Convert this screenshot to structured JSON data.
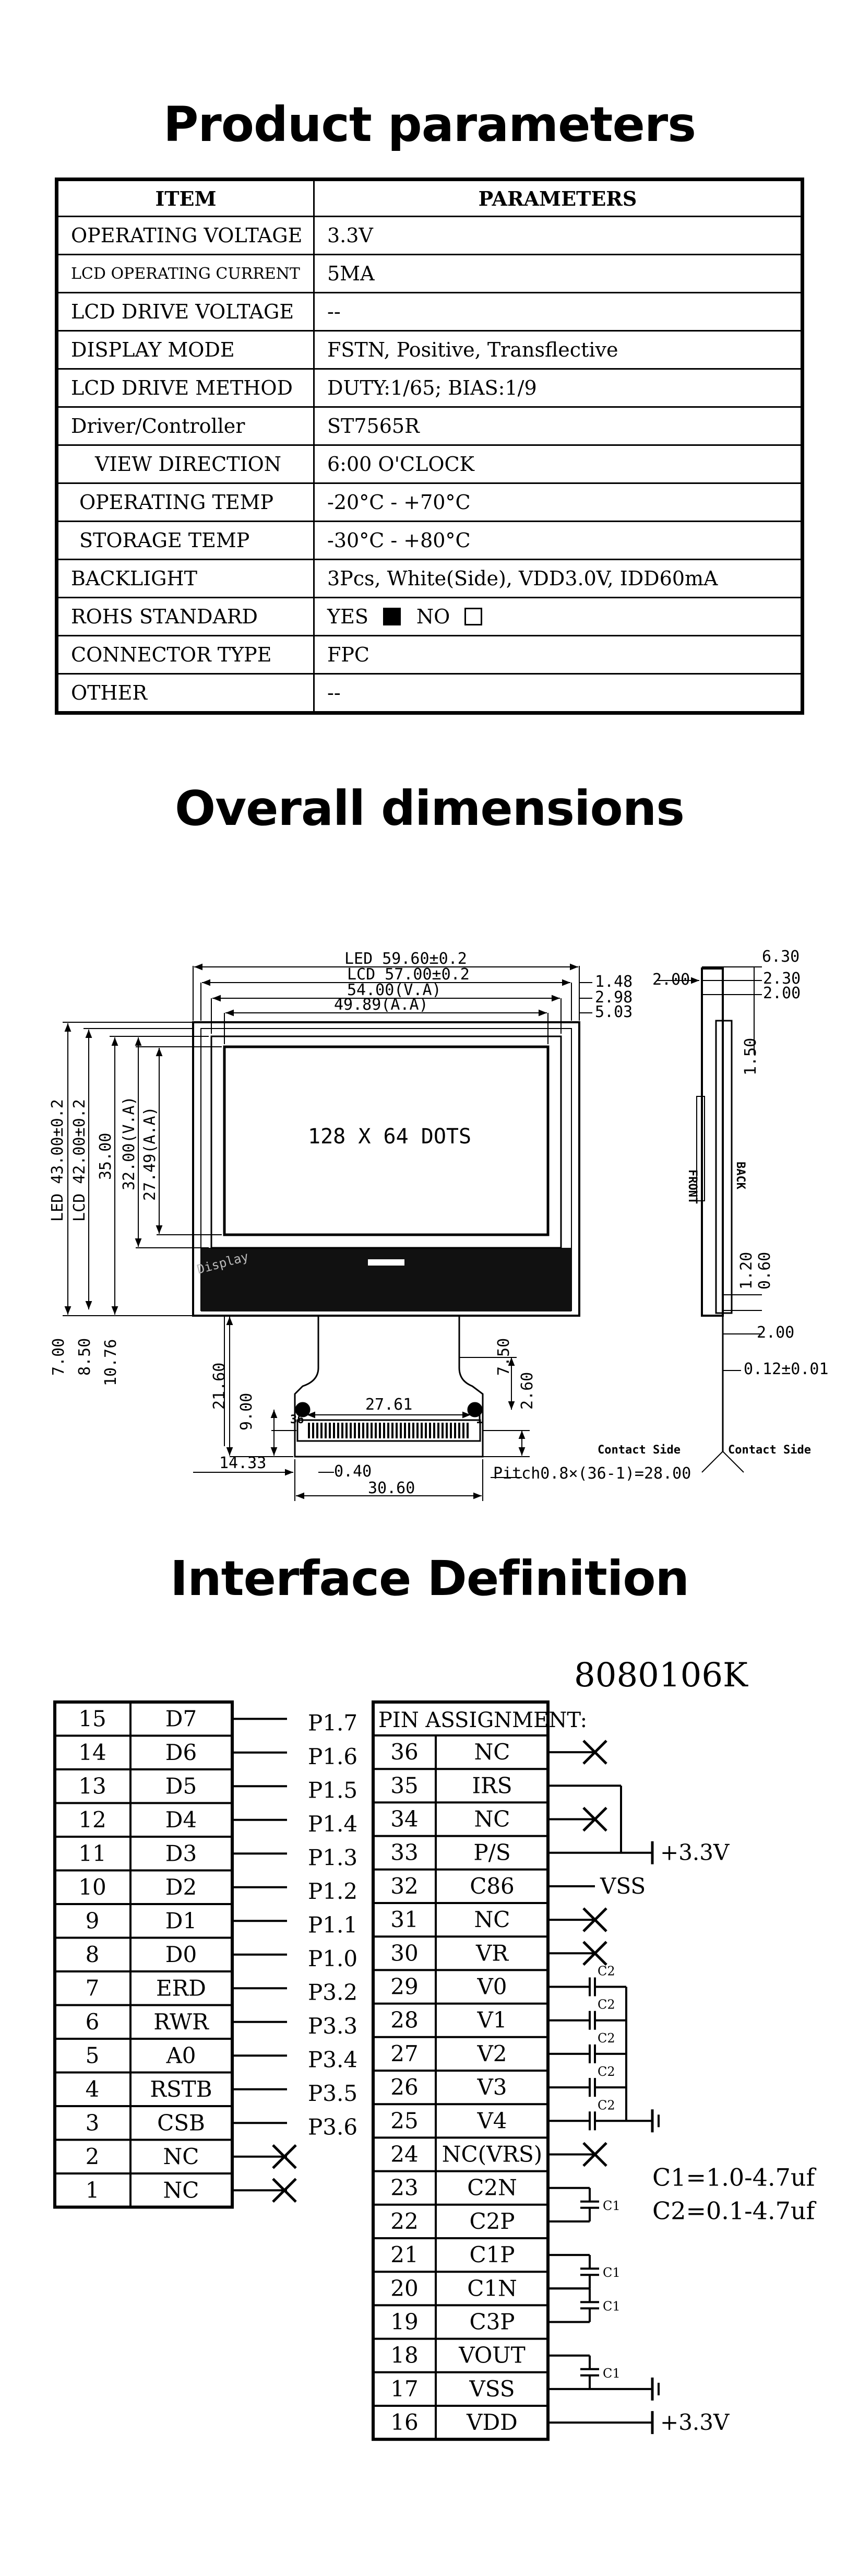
{
  "sections": {
    "params_title": "Product parameters",
    "dims_title": "Overall dimensions",
    "iface_title": "Interface Definition"
  },
  "params": {
    "header_item": "ITEM",
    "header_params": "PARAMETERS",
    "rows": [
      {
        "item": "OPERATING VOLTAGE",
        "value": "3.3V"
      },
      {
        "item": "LCD OPERATING CURRENT",
        "value": "5MA"
      },
      {
        "item": "LCD DRIVE VOLTAGE",
        "value": "--"
      },
      {
        "item": "DISPLAY MODE",
        "value": "FSTN, Positive, Transflective"
      },
      {
        "item": "LCD DRIVE METHOD",
        "value": "DUTY:1/65; BIAS:1/9"
      },
      {
        "item": "Driver/Controller",
        "value": "ST7565R"
      },
      {
        "item": "VIEW DIRECTION",
        "value": "6:00 O'CLOCK"
      },
      {
        "item": "OPERATING TEMP",
        "value": "-20°C - +70°C"
      },
      {
        "item": "STORAGE TEMP",
        "value": "-30°C - +80°C"
      },
      {
        "item": "BACKLIGHT",
        "value": "3Pcs, White(Side), VDD3.0V, IDD60mA"
      },
      {
        "item": "ROHS STANDARD",
        "yes": "YES",
        "no": "NO"
      },
      {
        "item": "CONNECTOR TYPE",
        "value": "FPC"
      },
      {
        "item": "OTHER",
        "value": "--"
      }
    ]
  },
  "dims": {
    "led_width": "LED 59.60±0.2",
    "lcd_width": "LCD 57.00±0.2",
    "va_width": "54.00(V.A)",
    "aa_width": "49.89(A.A)",
    "d148": "1.48",
    "d298": "2.98",
    "d503": "5.03",
    "led_height": "LED 43.00±0.2",
    "lcd_height": "LCD 42.00±0.2",
    "h3500": "35.00",
    "va_height": "32.00(V.A)",
    "aa_height": "27.49(A.A)",
    "d700": "7.00",
    "d850": "8.50",
    "d1076": "10.76",
    "dots": "128 X 64 DOTS",
    "d2160": "21.60",
    "d900": "9.00",
    "d2761": "27.61",
    "d750": "7.50",
    "d260": "2.60",
    "pin36": "36",
    "pin1": "1",
    "d1433": "14.33",
    "d040": "0.40",
    "d3060": "30.60",
    "pitch": "Pitch0.8×(36-1)=28.00",
    "s630": "6.30",
    "s200a": "2.00",
    "s230": "2.30",
    "s200b": "2.00",
    "s150": "1.50",
    "front": "FRONT",
    "back": "BACK",
    "s120": "1.20",
    "s060": "0.60",
    "s200c": "2.00",
    "s012": "0.12±0.01",
    "contact_left": "Contact Side",
    "contact_right": "Contact Side",
    "watermark": "Display"
  },
  "iface": {
    "model": "8080106K",
    "pin_header": "PIN ASSIGNMENT:",
    "left": [
      {
        "n": "15",
        "s": "D7",
        "p": "P1.7"
      },
      {
        "n": "14",
        "s": "D6",
        "p": "P1.6"
      },
      {
        "n": "13",
        "s": "D5",
        "p": "P1.5"
      },
      {
        "n": "12",
        "s": "D4",
        "p": "P1.4"
      },
      {
        "n": "11",
        "s": "D3",
        "p": "P1.3"
      },
      {
        "n": "10",
        "s": "D2",
        "p": "P1.2"
      },
      {
        "n": "9",
        "s": "D1",
        "p": "P1.1"
      },
      {
        "n": "8",
        "s": "D0",
        "p": "P1.0"
      },
      {
        "n": "7",
        "s": "ERD",
        "p": "P3.2"
      },
      {
        "n": "6",
        "s": "RWR",
        "p": "P3.3"
      },
      {
        "n": "5",
        "s": "A0",
        "p": "P3.4"
      },
      {
        "n": "4",
        "s": "RSTB",
        "p": "P3.5"
      },
      {
        "n": "3",
        "s": "CSB",
        "p": "P3.6"
      },
      {
        "n": "2",
        "s": "NC",
        "p": ""
      },
      {
        "n": "1",
        "s": "NC",
        "p": ""
      }
    ],
    "right": [
      {
        "n": "36",
        "s": "NC"
      },
      {
        "n": "35",
        "s": "IRS"
      },
      {
        "n": "34",
        "s": "NC"
      },
      {
        "n": "33",
        "s": "P/S"
      },
      {
        "n": "32",
        "s": "C86"
      },
      {
        "n": "31",
        "s": "NC"
      },
      {
        "n": "30",
        "s": "VR"
      },
      {
        "n": "29",
        "s": "V0"
      },
      {
        "n": "28",
        "s": "V1"
      },
      {
        "n": "27",
        "s": "V2"
      },
      {
        "n": "26",
        "s": "V3"
      },
      {
        "n": "25",
        "s": "V4"
      },
      {
        "n": "24",
        "s": "NC(VRS)"
      },
      {
        "n": "23",
        "s": "C2N"
      },
      {
        "n": "22",
        "s": "C2P"
      },
      {
        "n": "21",
        "s": "C1P"
      },
      {
        "n": "20",
        "s": "C1N"
      },
      {
        "n": "19",
        "s": "C3P"
      },
      {
        "n": "18",
        "s": "VOUT"
      },
      {
        "n": "17",
        "s": "VSS"
      },
      {
        "n": "16",
        "s": "VDD"
      }
    ],
    "v33a": "+3.3V",
    "vss": "VSS",
    "v33b": "+3.3V",
    "c1_spec": "C1=1.0-4.7uf",
    "c2_spec": "C2=0.1-4.7uf",
    "cap_c1": "C1",
    "cap_c2": "C2"
  }
}
